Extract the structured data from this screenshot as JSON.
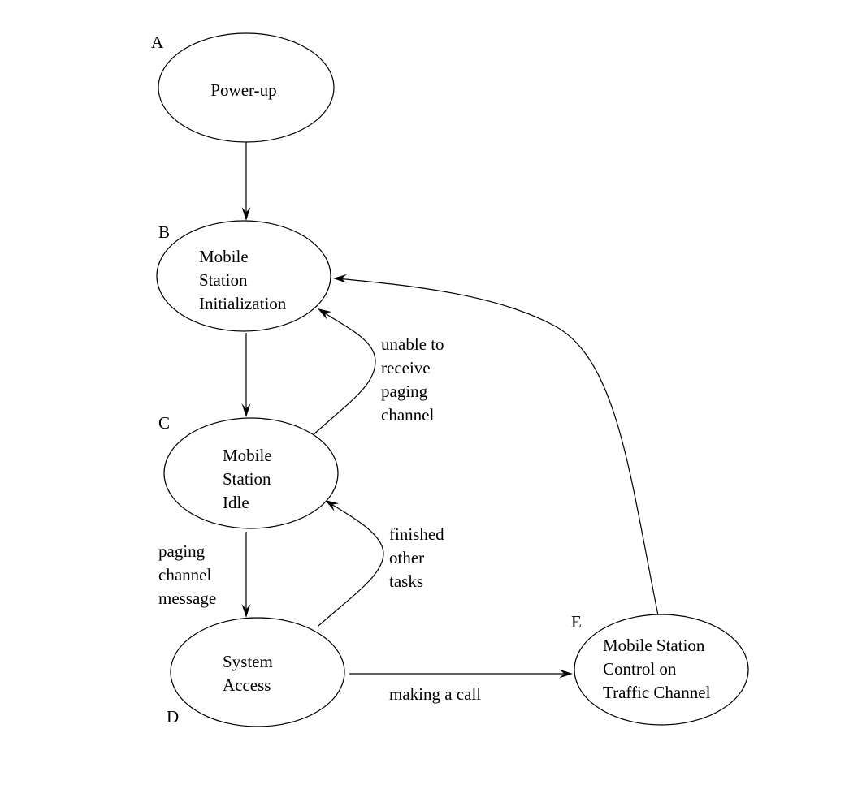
{
  "diagram": {
    "nodes": [
      {
        "id": "A",
        "letter": "A",
        "lines": [
          "Power-up"
        ]
      },
      {
        "id": "B",
        "letter": "B",
        "lines": [
          "Mobile",
          "Station",
          "Initialization"
        ]
      },
      {
        "id": "C",
        "letter": "C",
        "lines": [
          "Mobile",
          "Station",
          "Idle"
        ]
      },
      {
        "id": "D",
        "letter": "D",
        "lines": [
          "System",
          "Access"
        ]
      },
      {
        "id": "E",
        "letter": "E",
        "lines": [
          "Mobile Station",
          "Control on",
          "Traffic Channel"
        ]
      }
    ],
    "edges": [
      {
        "id": "A-B",
        "from": "A",
        "to": "B",
        "label": []
      },
      {
        "id": "B-C",
        "from": "B",
        "to": "C",
        "label": []
      },
      {
        "id": "C-B",
        "from": "C",
        "to": "B",
        "label": [
          "unable to",
          "receive",
          "paging",
          "channel"
        ]
      },
      {
        "id": "C-D",
        "from": "C",
        "to": "D",
        "label": [
          "paging",
          "channel",
          "message"
        ]
      },
      {
        "id": "D-C",
        "from": "D",
        "to": "C",
        "label": [
          "finished",
          "other",
          "tasks"
        ]
      },
      {
        "id": "D-E",
        "from": "D",
        "to": "E",
        "label": [
          "making a call"
        ]
      },
      {
        "id": "E-B",
        "from": "E",
        "to": "B",
        "label": []
      }
    ]
  }
}
